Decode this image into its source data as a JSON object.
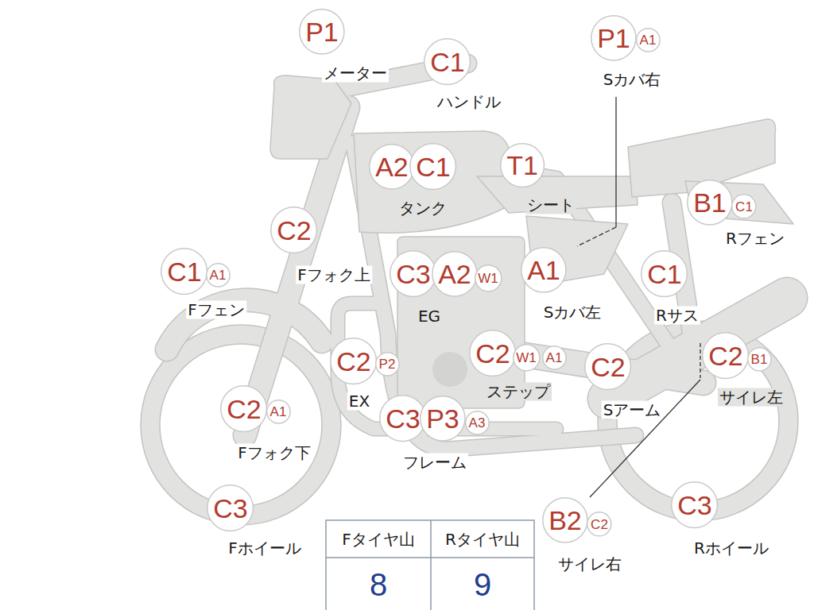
{
  "diagram": {
    "nodes": [
      {
        "text": [
          "P1"
        ]
      },
      {
        "text": [
          "C1"
        ]
      },
      {
        "text": [
          "P1"
        ]
      },
      {
        "text": [
          "A1"
        ]
      },
      {
        "text": [
          "A2"
        ]
      },
      {
        "text": [
          "C1"
        ]
      },
      {
        "text": [
          "T1"
        ]
      },
      {
        "text": [
          "B1"
        ]
      },
      {
        "text": [
          "C1"
        ]
      },
      {
        "text": [
          "C2"
        ]
      },
      {
        "text": [
          "C1"
        ]
      },
      {
        "text": [
          "A1"
        ]
      },
      {
        "text": [
          "C3"
        ]
      },
      {
        "text": [
          "A2"
        ]
      },
      {
        "text": [
          "W1"
        ]
      },
      {
        "text": [
          "A1"
        ]
      },
      {
        "text": [
          "C1"
        ]
      },
      {
        "text": [
          "C2"
        ]
      },
      {
        "text": [
          "P2"
        ]
      },
      {
        "text": [
          "C2"
        ]
      },
      {
        "text": [
          "W1"
        ]
      },
      {
        "text": [
          "A1"
        ]
      },
      {
        "text": [
          "C2"
        ]
      },
      {
        "text": [
          "C2"
        ]
      },
      {
        "text": [
          "B1"
        ]
      },
      {
        "text": [
          "C2"
        ]
      },
      {
        "text": [
          "A1"
        ]
      },
      {
        "text": [
          "C3"
        ]
      },
      {
        "text": [
          "P3"
        ]
      },
      {
        "text": [
          "A3"
        ]
      },
      {
        "text": [
          "C3"
        ]
      },
      {
        "text": [
          "C3"
        ]
      },
      {
        "text": [
          "B2"
        ]
      },
      {
        "text": [
          "C2"
        ]
      }
    ],
    "labels": [
      "メーター",
      "ハンドル",
      "Sカバ右",
      "タンク",
      "シート",
      "Rフェン",
      "Fフォク上",
      "Fフェン",
      "EG",
      "Sカバ左",
      "Rサス",
      "EX",
      "ステップ",
      "Sアーム",
      "サイレ左",
      "Fフォク下",
      "フレーム",
      "Fホイール",
      "Rホイール",
      "サイレ右",
      "Fタイヤ山",
      "Rタイヤ山",
      "8",
      "9"
    ]
  }
}
